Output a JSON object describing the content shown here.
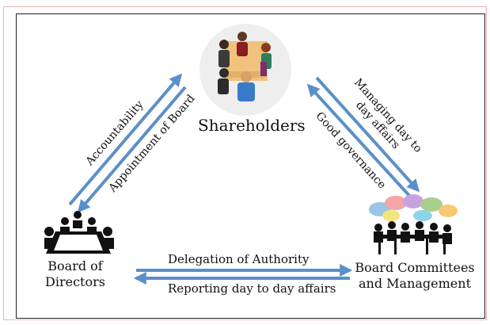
{
  "nodes": {
    "top": {
      "label": "Shareholders"
    },
    "left": {
      "line1": "Board of",
      "line2": "Directors"
    },
    "right": {
      "line1": "Board Committees",
      "line2": "and Management"
    }
  },
  "edges": {
    "left_outer": "Accountability",
    "left_inner": "Appointment of Board",
    "right_outer_1": "Managing day to",
    "right_outer_2": "day affairs",
    "right_inner": "Good governance",
    "bottom_top": "Delegation of Authority",
    "bottom_bottom": "Reporting day to day affairs"
  },
  "colors": {
    "arrow": "#5b8fc9",
    "border": "#222222",
    "outer_border": "#e8b4b4"
  }
}
